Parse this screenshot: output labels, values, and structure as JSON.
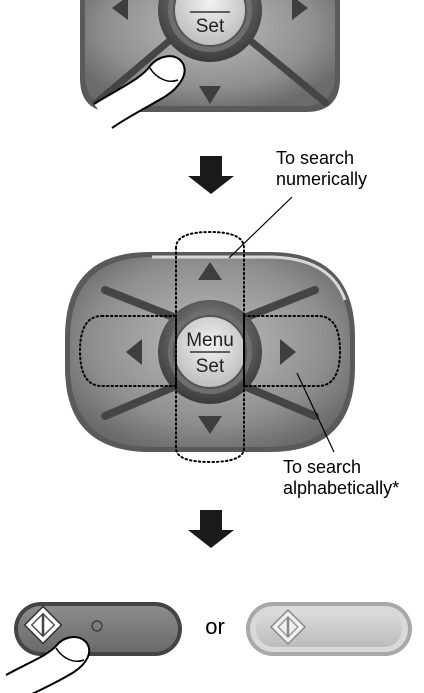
{
  "dpad": {
    "center_top": "Menu",
    "center_bottom": "Set"
  },
  "annotations": {
    "numeric_line1": "To search",
    "numeric_line2": "numerically",
    "alpha_line1": "To search",
    "alpha_line2": "alphabetically*"
  },
  "separator_word": "or",
  "colors": {
    "pad_fill": "#8e8e8e",
    "pad_light": "#cfcfcf",
    "pad_dark": "#4a4a4a",
    "arrow_fill": "#3e3e3e",
    "start_button_dark": "#7b7b7b",
    "start_button_light": "#c8c8c8"
  }
}
